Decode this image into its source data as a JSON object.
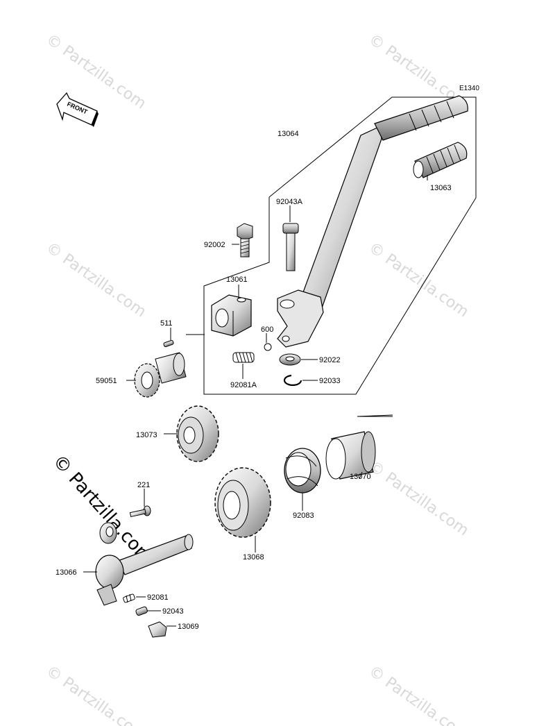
{
  "diagram_code": "E1340",
  "front_label": "FRONT",
  "watermark": "© Partzilla.com",
  "parts": {
    "p13064": "13064",
    "p13063": "13063",
    "p92043A": "92043A",
    "p92002": "92002",
    "p13061": "13061",
    "p511": "511",
    "p600": "600",
    "p92022": "92022",
    "p59051": "59051",
    "p92081A": "92081A",
    "p92033": "92033",
    "p13073": "13073",
    "p13070": "13070",
    "p221": "221",
    "p92083": "92083",
    "p13068": "13068",
    "p13066": "13066",
    "p92081": "92081",
    "p92043": "92043",
    "p13069": "13069"
  }
}
